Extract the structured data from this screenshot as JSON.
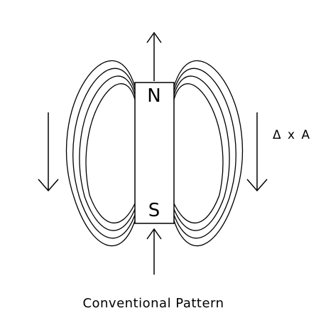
{
  "diagram": {
    "north_label": "N",
    "south_label": "S",
    "side_label": "Δ x A",
    "caption": "Conventional Pattern",
    "line_color": "#000000",
    "background_color": "#ffffff"
  }
}
